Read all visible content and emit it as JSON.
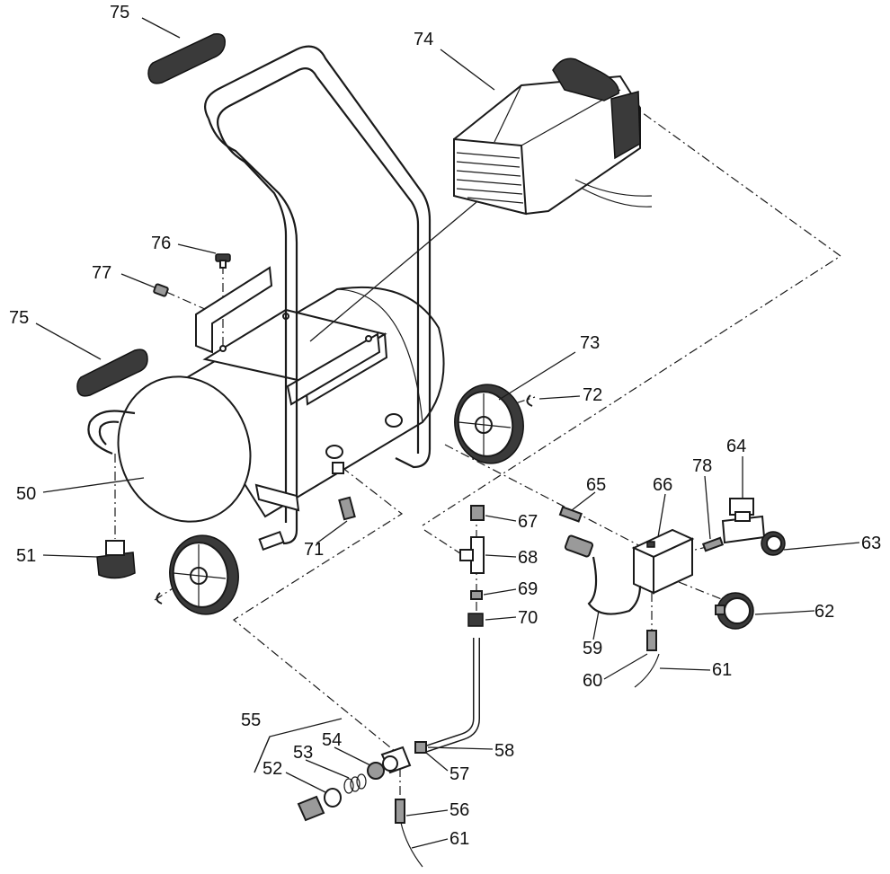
{
  "diagram": {
    "callouts": [
      {
        "id": "c75a",
        "label": "75"
      },
      {
        "id": "c74",
        "label": "74"
      },
      {
        "id": "c76",
        "label": "76"
      },
      {
        "id": "c77",
        "label": "77"
      },
      {
        "id": "c75b",
        "label": "75"
      },
      {
        "id": "c73",
        "label": "73"
      },
      {
        "id": "c72",
        "label": "72"
      },
      {
        "id": "c50",
        "label": "50"
      },
      {
        "id": "c64",
        "label": "64"
      },
      {
        "id": "c78",
        "label": "78"
      },
      {
        "id": "c65",
        "label": "65"
      },
      {
        "id": "c66",
        "label": "66"
      },
      {
        "id": "c63",
        "label": "63"
      },
      {
        "id": "c67",
        "label": "67"
      },
      {
        "id": "c51",
        "label": "51"
      },
      {
        "id": "c71",
        "label": "71"
      },
      {
        "id": "c68",
        "label": "68"
      },
      {
        "id": "c69",
        "label": "69"
      },
      {
        "id": "c62",
        "label": "62"
      },
      {
        "id": "c70",
        "label": "70"
      },
      {
        "id": "c59",
        "label": "59"
      },
      {
        "id": "c61a",
        "label": "61"
      },
      {
        "id": "c60",
        "label": "60"
      },
      {
        "id": "c55",
        "label": "55"
      },
      {
        "id": "c54",
        "label": "54"
      },
      {
        "id": "c53",
        "label": "53"
      },
      {
        "id": "c58",
        "label": "58"
      },
      {
        "id": "c52",
        "label": "52"
      },
      {
        "id": "c57",
        "label": "57"
      },
      {
        "id": "c56",
        "label": "56"
      },
      {
        "id": "c61b",
        "label": "61"
      }
    ]
  }
}
